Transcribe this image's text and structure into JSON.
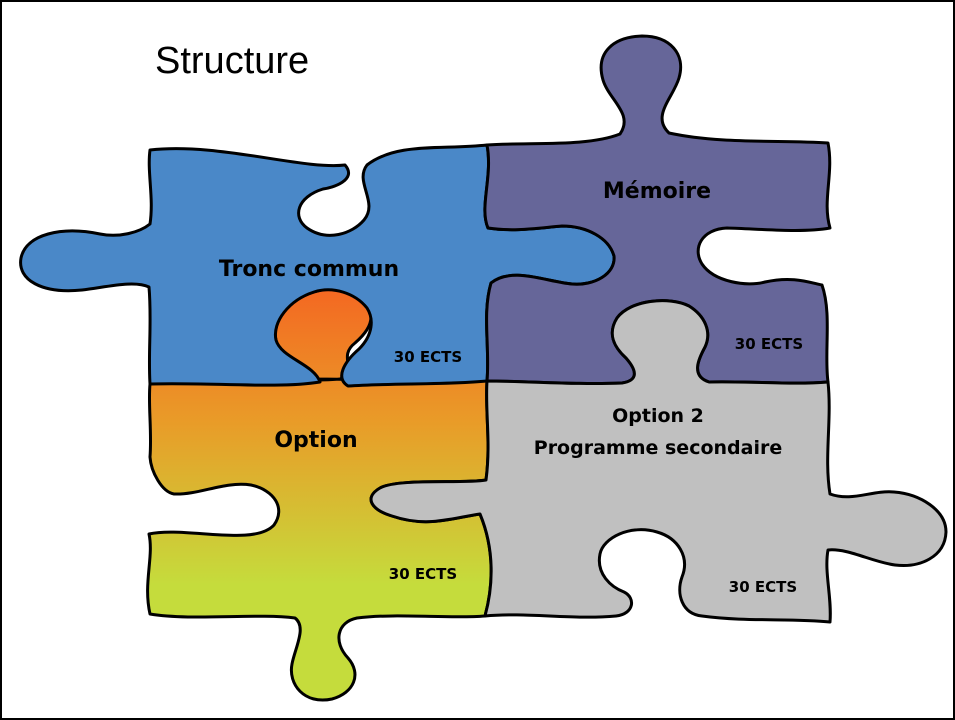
{
  "title": "Structure",
  "pieces": {
    "tronc": {
      "label": "Tronc commun",
      "ects": "30 ECTS",
      "color": "#4a88c8"
    },
    "memoire": {
      "label": "Mémoire",
      "ects": "30 ECTS",
      "color": "#666699"
    },
    "option": {
      "label": "Option",
      "ects": "30 ECTS",
      "color_top": "#f46822",
      "color_mid": "#e99b28",
      "color_bottom": "#c5dc3c"
    },
    "option2": {
      "label_line1": "Option 2",
      "label_line2": "Programme secondaire",
      "ects": "30 ECTS",
      "color": "#c0c0c0"
    }
  }
}
